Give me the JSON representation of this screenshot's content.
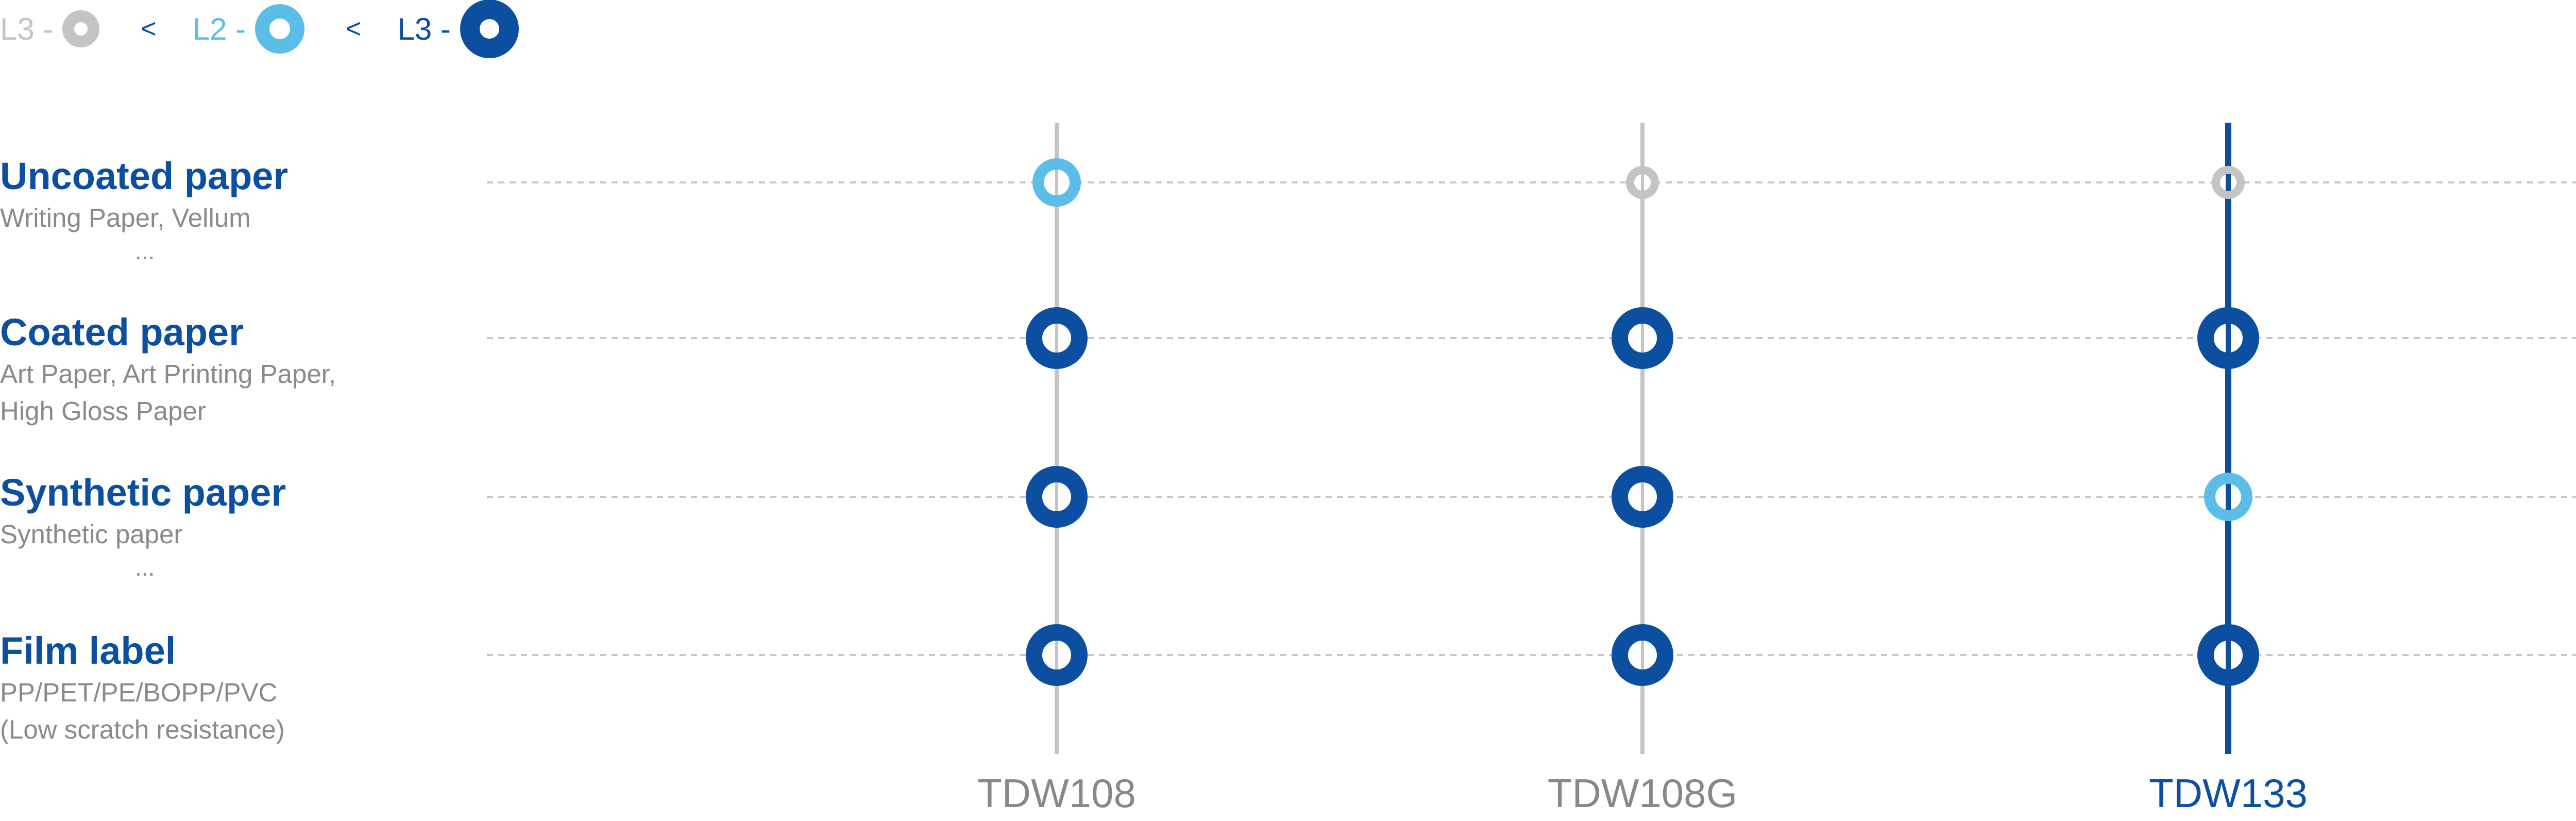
{
  "legend": [
    {
      "label": "L3 -",
      "level": "L3-light"
    },
    {
      "separator": "<"
    },
    {
      "label": "L2 -",
      "level": "L2"
    },
    {
      "separator": "<"
    },
    {
      "label": "L3 -",
      "level": "L3"
    }
  ],
  "legend_separator": "<",
  "levels": {
    "L3-light": {
      "color": "#c4c4c4",
      "label_color": "#c4c4c4"
    },
    "L2": {
      "color": "#5bbde8",
      "label_color": "#5bbde8"
    },
    "L3": {
      "color": "#0c4fa0",
      "label_color": "#0c4fa0"
    }
  },
  "rows": [
    {
      "title": "Uncoated paper",
      "desc": [
        "Writing Paper, Vellum"
      ],
      "more": "..."
    },
    {
      "title": "Coated paper",
      "desc": [
        "Art Paper, Art Printing Paper,",
        "High Gloss Paper"
      ],
      "more": ""
    },
    {
      "title": "Synthetic paper",
      "desc": [
        "Synthetic paper"
      ],
      "more": "..."
    },
    {
      "title": "Film label",
      "desc": [
        "PP/PET/PE/BOPP/PVC",
        "(Low scratch resistance)"
      ],
      "more": ""
    }
  ],
  "products": [
    {
      "name": "TDW108",
      "highlight": false
    },
    {
      "name": "TDW108G",
      "highlight": false
    },
    {
      "name": "TDW133",
      "highlight": true
    }
  ],
  "matrix": [
    [
      "L2",
      "L3-light",
      "L3-light"
    ],
    [
      "L3",
      "L3",
      "L3"
    ],
    [
      "L3",
      "L3",
      "L2"
    ],
    [
      "L3",
      "L3",
      "L3"
    ]
  ],
  "colors": {
    "primary_blue": "#0c4fa0",
    "light_blue": "#5bbde8",
    "gray": "#c4c4c4",
    "text_gray": "#8a8a8a",
    "product_gray": "#888888",
    "dashed_line": "#c8c8c8"
  }
}
